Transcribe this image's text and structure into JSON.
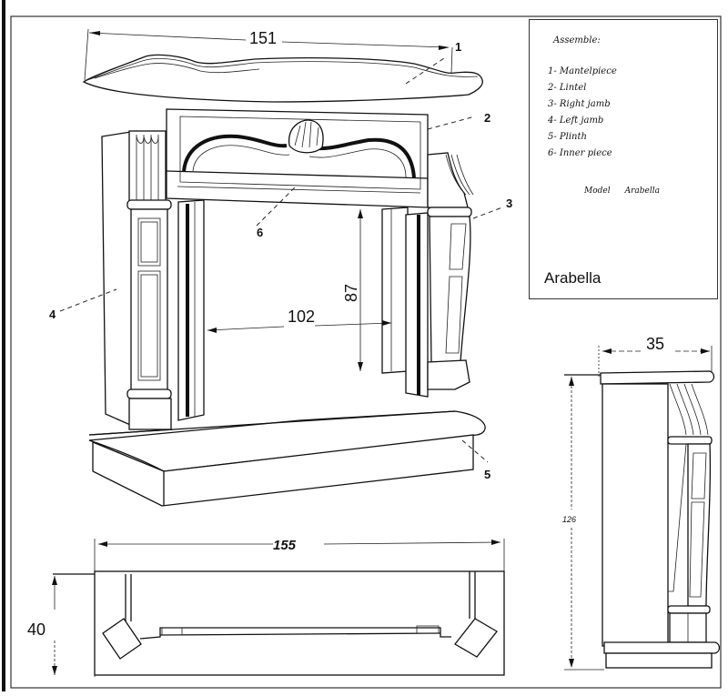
{
  "drawing": {
    "title": "Arabella",
    "legend": {
      "heading": "Assemble:",
      "items": [
        {
          "number": "1",
          "label": "1- Mantelpiece"
        },
        {
          "number": "2",
          "label": "2- Lintel"
        },
        {
          "number": "3",
          "label": "3- Right jamb"
        },
        {
          "number": "4",
          "label": "4- Left jamb"
        },
        {
          "number": "5",
          "label": "5- Plinth"
        },
        {
          "number": "6",
          "label": "6- Inner piece"
        }
      ],
      "model_label": "Model",
      "model_name": "Arabella",
      "name": "Arabella"
    },
    "dimensions": {
      "mantel_width": "151",
      "opening_width": "102",
      "opening_height": "87",
      "depth": "35",
      "total_height": "126",
      "plinth_width": "155",
      "plinth_depth": "40"
    },
    "callouts": {
      "mantelpiece": "1",
      "lintel": "2",
      "right_jamb": "3",
      "left_jamb": "4",
      "plinth": "5",
      "inner_piece": "6"
    },
    "colors": {
      "ink": "#111111",
      "paper": "#ffffff"
    }
  }
}
